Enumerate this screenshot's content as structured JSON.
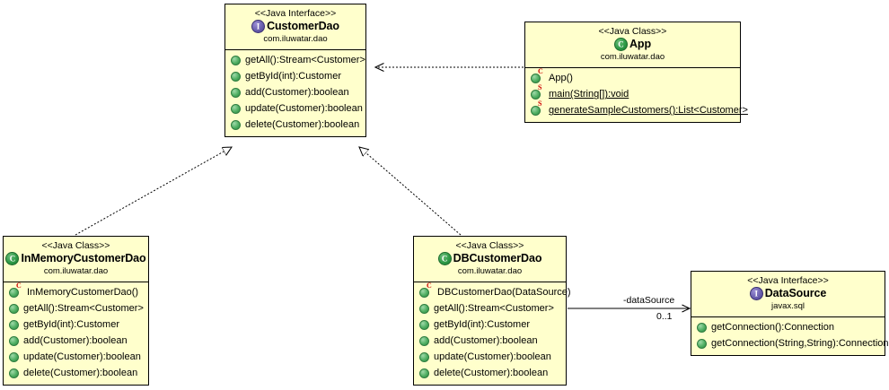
{
  "diagram": {
    "title": "DAO Pattern Class Diagram",
    "type": "uml-class-diagram",
    "background": "#ffffff",
    "box_fill": "#ffffcc",
    "box_stroke": "#000000",
    "interface_icon_color": "#5b4fa3",
    "class_icon_color": "#2f9b47",
    "method_icon_color": "#4fae62",
    "badge_color": "#cc0000"
  },
  "classes": {
    "customer_dao": {
      "stereotype": "<<Java Interface>>",
      "name": "CustomerDao",
      "package": "com.iluwatar.dao",
      "icon": "interface-icon",
      "members": [
        {
          "label": "getAll():Stream<Customer>",
          "icon": "method-icon",
          "badge": "",
          "static": false
        },
        {
          "label": "getById(int):Customer",
          "icon": "method-icon",
          "badge": "",
          "static": false
        },
        {
          "label": "add(Customer):boolean",
          "icon": "method-icon",
          "badge": "",
          "static": false
        },
        {
          "label": "update(Customer):boolean",
          "icon": "method-icon",
          "badge": "",
          "static": false
        },
        {
          "label": "delete(Customer):boolean",
          "icon": "method-icon",
          "badge": "",
          "static": false
        }
      ]
    },
    "app": {
      "stereotype": "<<Java Class>>",
      "name": "App",
      "package": "com.iluwatar.dao",
      "icon": "class-icon",
      "members": [
        {
          "label": "App()",
          "icon": "method-icon",
          "badge": "C",
          "static": false
        },
        {
          "label": "main(String[]):void",
          "icon": "method-icon",
          "badge": "S",
          "static": true
        },
        {
          "label": "generateSampleCustomers():List<Customer>",
          "icon": "method-icon",
          "badge": "S",
          "static": true
        }
      ]
    },
    "in_memory_customer_dao": {
      "stereotype": "<<Java Class>>",
      "name": "InMemoryCustomerDao",
      "package": "com.iluwatar.dao",
      "icon": "class-icon",
      "members": [
        {
          "label": "InMemoryCustomerDao()",
          "icon": "method-icon",
          "badge": "C",
          "static": false
        },
        {
          "label": "getAll():Stream<Customer>",
          "icon": "method-icon",
          "badge": "",
          "static": false
        },
        {
          "label": "getById(int):Customer",
          "icon": "method-icon",
          "badge": "",
          "static": false
        },
        {
          "label": "add(Customer):boolean",
          "icon": "method-icon",
          "badge": "",
          "static": false
        },
        {
          "label": "update(Customer):boolean",
          "icon": "method-icon",
          "badge": "",
          "static": false
        },
        {
          "label": "delete(Customer):boolean",
          "icon": "method-icon",
          "badge": "",
          "static": false
        }
      ]
    },
    "db_customer_dao": {
      "stereotype": "<<Java Class>>",
      "name": "DBCustomerDao",
      "package": "com.iluwatar.dao",
      "icon": "class-icon",
      "members": [
        {
          "label": "DBCustomerDao(DataSource)",
          "icon": "method-icon",
          "badge": "C",
          "static": false
        },
        {
          "label": "getAll():Stream<Customer>",
          "icon": "method-icon",
          "badge": "",
          "static": false
        },
        {
          "label": "getById(int):Customer",
          "icon": "method-icon",
          "badge": "",
          "static": false
        },
        {
          "label": "add(Customer):boolean",
          "icon": "method-icon",
          "badge": "",
          "static": false
        },
        {
          "label": "update(Customer):boolean",
          "icon": "method-icon",
          "badge": "",
          "static": false
        },
        {
          "label": "delete(Customer):boolean",
          "icon": "method-icon",
          "badge": "",
          "static": false
        }
      ]
    },
    "data_source": {
      "stereotype": "<<Java Interface>>",
      "name": "DataSource",
      "package": "javax.sql",
      "icon": "interface-icon",
      "members": [
        {
          "label": "getConnection():Connection",
          "icon": "method-icon",
          "badge": "",
          "static": false
        },
        {
          "label": "getConnection(String,String):Connection",
          "icon": "method-icon",
          "badge": "",
          "static": false
        }
      ]
    }
  },
  "relationships": {
    "app_to_customer_dao": {
      "kind": "dependency",
      "style": "dashed",
      "arrow": "open",
      "from": "App",
      "to": "CustomerDao",
      "label": ""
    },
    "in_memory_realizes": {
      "kind": "realization",
      "style": "dashed",
      "arrow": "hollow-triangle",
      "from": "InMemoryCustomerDao",
      "to": "CustomerDao",
      "label": ""
    },
    "db_realizes": {
      "kind": "realization",
      "style": "dashed",
      "arrow": "hollow-triangle",
      "from": "DBCustomerDao",
      "to": "CustomerDao",
      "label": ""
    },
    "db_to_datasource": {
      "kind": "association",
      "style": "solid",
      "arrow": "open",
      "from": "DBCustomerDao",
      "to": "DataSource",
      "role_label": "-dataSource",
      "multiplicity": "0..1"
    }
  }
}
